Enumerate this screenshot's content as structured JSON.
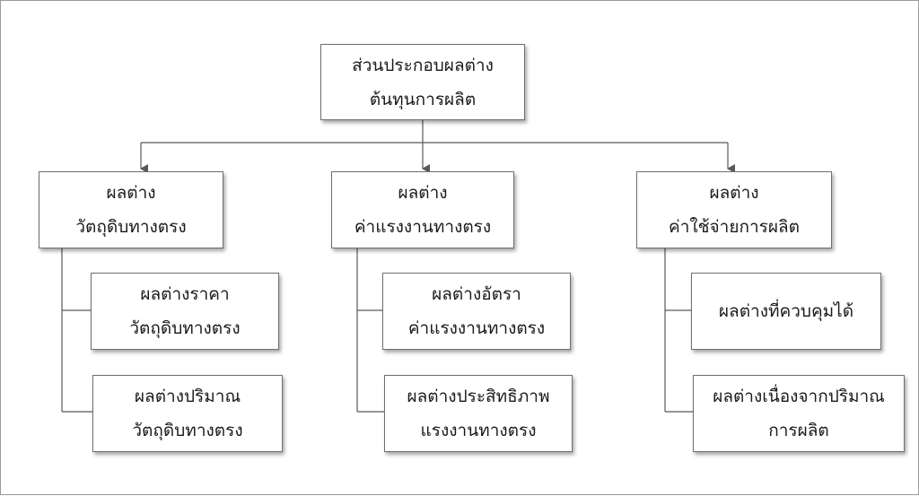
{
  "diagram": {
    "root": {
      "lines": [
        "ส่วนประกอบผลต่าง",
        "ต้นทุนการผลิต"
      ]
    },
    "branches": [
      {
        "lines": [
          "ผลต่าง",
          "วัตถุดิบทางตรง"
        ],
        "children": [
          {
            "lines": [
              "ผลต่างราคา",
              "วัตถุดิบทางตรง"
            ]
          },
          {
            "lines": [
              "ผลต่างปริมาณ",
              "วัตถุดิบทางตรง"
            ]
          }
        ]
      },
      {
        "lines": [
          "ผลต่าง",
          "ค่าแรงงานทางตรง"
        ],
        "children": [
          {
            "lines": [
              "ผลต่างอัตรา",
              "ค่าแรงงานทางตรง"
            ]
          },
          {
            "lines": [
              "ผลต่างประสิทธิภาพ",
              "แรงงานทางตรง"
            ]
          }
        ]
      },
      {
        "lines": [
          "ผลต่าง",
          "ค่าใช้จ่ายการผลิต"
        ],
        "children": [
          {
            "lines": [
              "ผลต่างที่ควบคุมได้"
            ]
          },
          {
            "lines": [
              "ผลต่างเนื่องจากปริมาณ",
              "การผลิต"
            ]
          }
        ]
      }
    ]
  },
  "colors": {
    "line": "#595959",
    "border": "#6f6f6f",
    "text": "#1a1a1a"
  }
}
